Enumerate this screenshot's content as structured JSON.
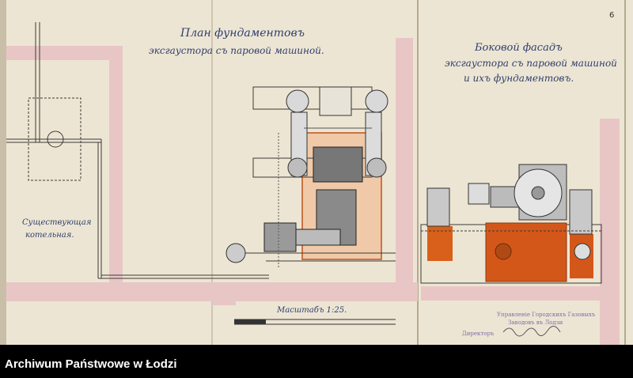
{
  "drawing": {
    "page_number": "6",
    "left_title_line1": "План фундаментовъ",
    "left_title_line2": "эксгаустора съ паровой машиной.",
    "right_title_line1": "Боковой фасадъ",
    "right_title_line2": "эксгаустора съ паровой машиной",
    "right_title_line3": "и ихъ фундаментовъ.",
    "label_existing": "Существующая",
    "label_boiler": "котельная.",
    "scale_label": "Масштабъ 1:25.",
    "stamp_line1": "Управленіе Городскихъ Газовыхъ",
    "stamp_line2": "Заводовъ въ Лодзи",
    "stamp_label": "Директоръ",
    "colors": {
      "paper": "#ede5d3",
      "pink": "#e8c6c6",
      "orange": "#d8601a",
      "line": "#3a3a3a"
    }
  },
  "footer": {
    "archive_name": "Archiwum Państwowe w Łodzi"
  }
}
